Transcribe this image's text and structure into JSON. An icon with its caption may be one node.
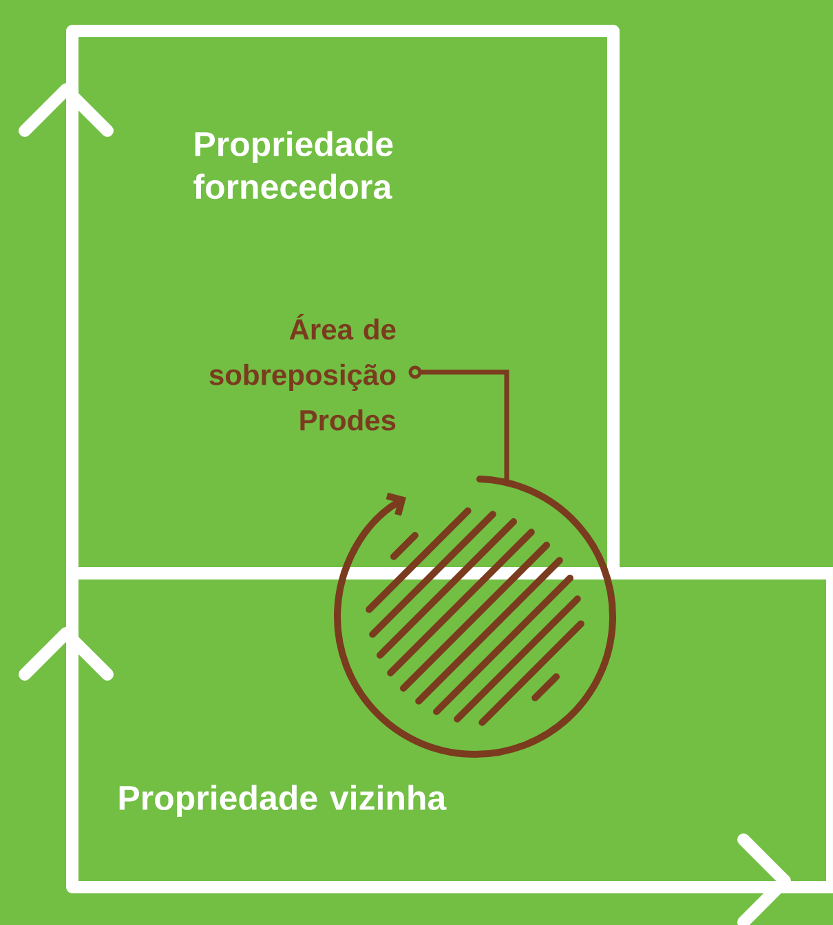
{
  "diagram": {
    "nodes": [
      {
        "text": [
          "Propriedade fornecedora"
        ]
      },
      {
        "text": [
          "Propriedade vizinha"
        ]
      },
      {
        "text": [
          "Área de sobreposição Prodes"
        ],
        "in": 0
      },
      {
        "text": [],
        "shape": "circle"
      }
    ],
    "edges": [
      {
        "from": 2,
        "to": 3,
        "arrow": "other"
      }
    ]
  }
}
